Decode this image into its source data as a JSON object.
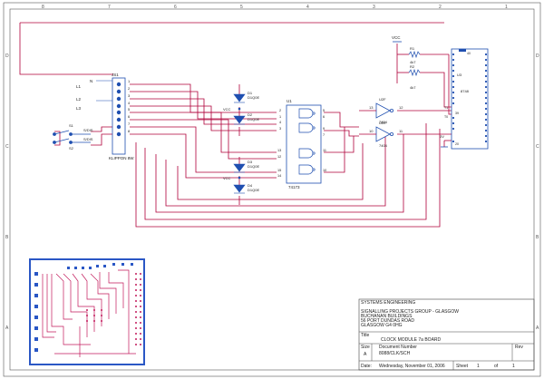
{
  "frame": {
    "col_labels": [
      "8",
      "7",
      "6",
      "5",
      "4",
      "3",
      "2",
      "1"
    ],
    "row_labels": [
      "D",
      "C",
      "B",
      "A"
    ]
  },
  "schematic": {
    "connector": {
      "ref": "JS1",
      "part": "KLIPPON 8W",
      "pins": [
        "1",
        "2",
        "3",
        "4",
        "5",
        "6",
        "7",
        "8"
      ]
    },
    "net_labels": [
      "L1",
      "N",
      "L2",
      "L3"
    ],
    "switches": [
      {
        "ref": "S1",
        "part": "S/DIS"
      },
      {
        "ref": "S2",
        "part": "S/DIS"
      }
    ],
    "diodes": [
      {
        "ref": "D1",
        "part": "D1Q0E"
      },
      {
        "ref": "D2",
        "part": "D1Q0E"
      },
      {
        "ref": "D3",
        "part": "D1Q0E"
      },
      {
        "ref": "D4",
        "part": "D1Q0E"
      }
    ],
    "vcc_label": "VCC",
    "gate_ic": {
      "ref": "U1",
      "part": "74173"
    },
    "gate_pins": [
      "2",
      "1",
      "4",
      "3",
      "13",
      "12",
      "15",
      "14",
      "5",
      "6",
      "9",
      "7",
      "11",
      "10"
    ],
    "inverters": [
      {
        "ref": "U2F",
        "part": "7404",
        "in_pin": "13",
        "out_pin": "12"
      },
      {
        "ref": "U2E",
        "part": "7404",
        "in_pin": "10",
        "out_pin": "11"
      }
    ],
    "resistors": [
      {
        "ref": "R1",
        "value": "4k7"
      },
      {
        "ref": "R2",
        "value": "4k7"
      }
    ],
    "cpu": {
      "ref": "U3",
      "part": "8748",
      "pin_top": "40",
      "pin_bottom": "20",
      "pin_mid": "39"
    },
    "labels_extra": [
      "0V",
      "T1",
      "T0"
    ]
  },
  "title_block": {
    "company": "SYSTEMS ENGINEERING",
    "address_lines": [
      "SIGNALLING PROJECTS GROUP - GLASGOW",
      "BUCHANAN BUILDINGS",
      "56 PORT DUNDAS ROAD",
      "GLASGOW G4 0HG"
    ],
    "title_label": "Title",
    "title": "CLOCK MODULE 7a BOARD",
    "size_label": "Size",
    "size": "A",
    "docnum_label": "Document Number",
    "docnum": "8088/CLK/SCH",
    "rev_label": "Rev",
    "date_label": "Date:",
    "date": "Wednesday, November 01, 2006",
    "sheet_label": "Sheet",
    "sheet_num": "1",
    "of_label": "of",
    "sheet_total": "1"
  },
  "colors": {
    "wire": "#b0003a",
    "component": "#1f4fb0",
    "frame": "#444444",
    "pcb_board": "#2a57c5"
  }
}
